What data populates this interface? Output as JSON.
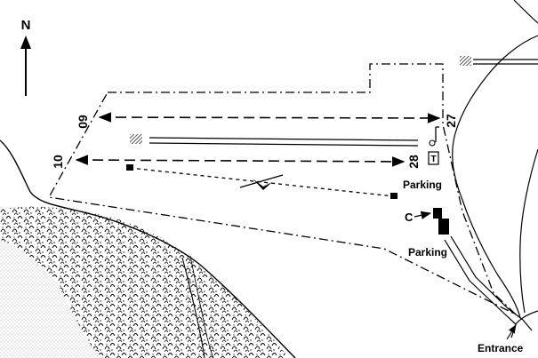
{
  "map": {
    "north_label": "N",
    "runways": [
      {
        "end_a": "09",
        "end_b": "27"
      },
      {
        "end_a": "10",
        "end_b": "28"
      }
    ],
    "parking_labels": [
      "Parking",
      "Parking"
    ],
    "entrance_label": "Entrance",
    "building_label": "C",
    "tower_symbol": "T",
    "colors": {
      "ink": "#000000",
      "paper": "#ffffff",
      "water_dots": "#9a9a9a"
    },
    "icons": [
      "north-arrow-icon",
      "windsock-icon",
      "wind-direction-icon",
      "tree-stipple-icon",
      "hatched-area-icon"
    ]
  }
}
